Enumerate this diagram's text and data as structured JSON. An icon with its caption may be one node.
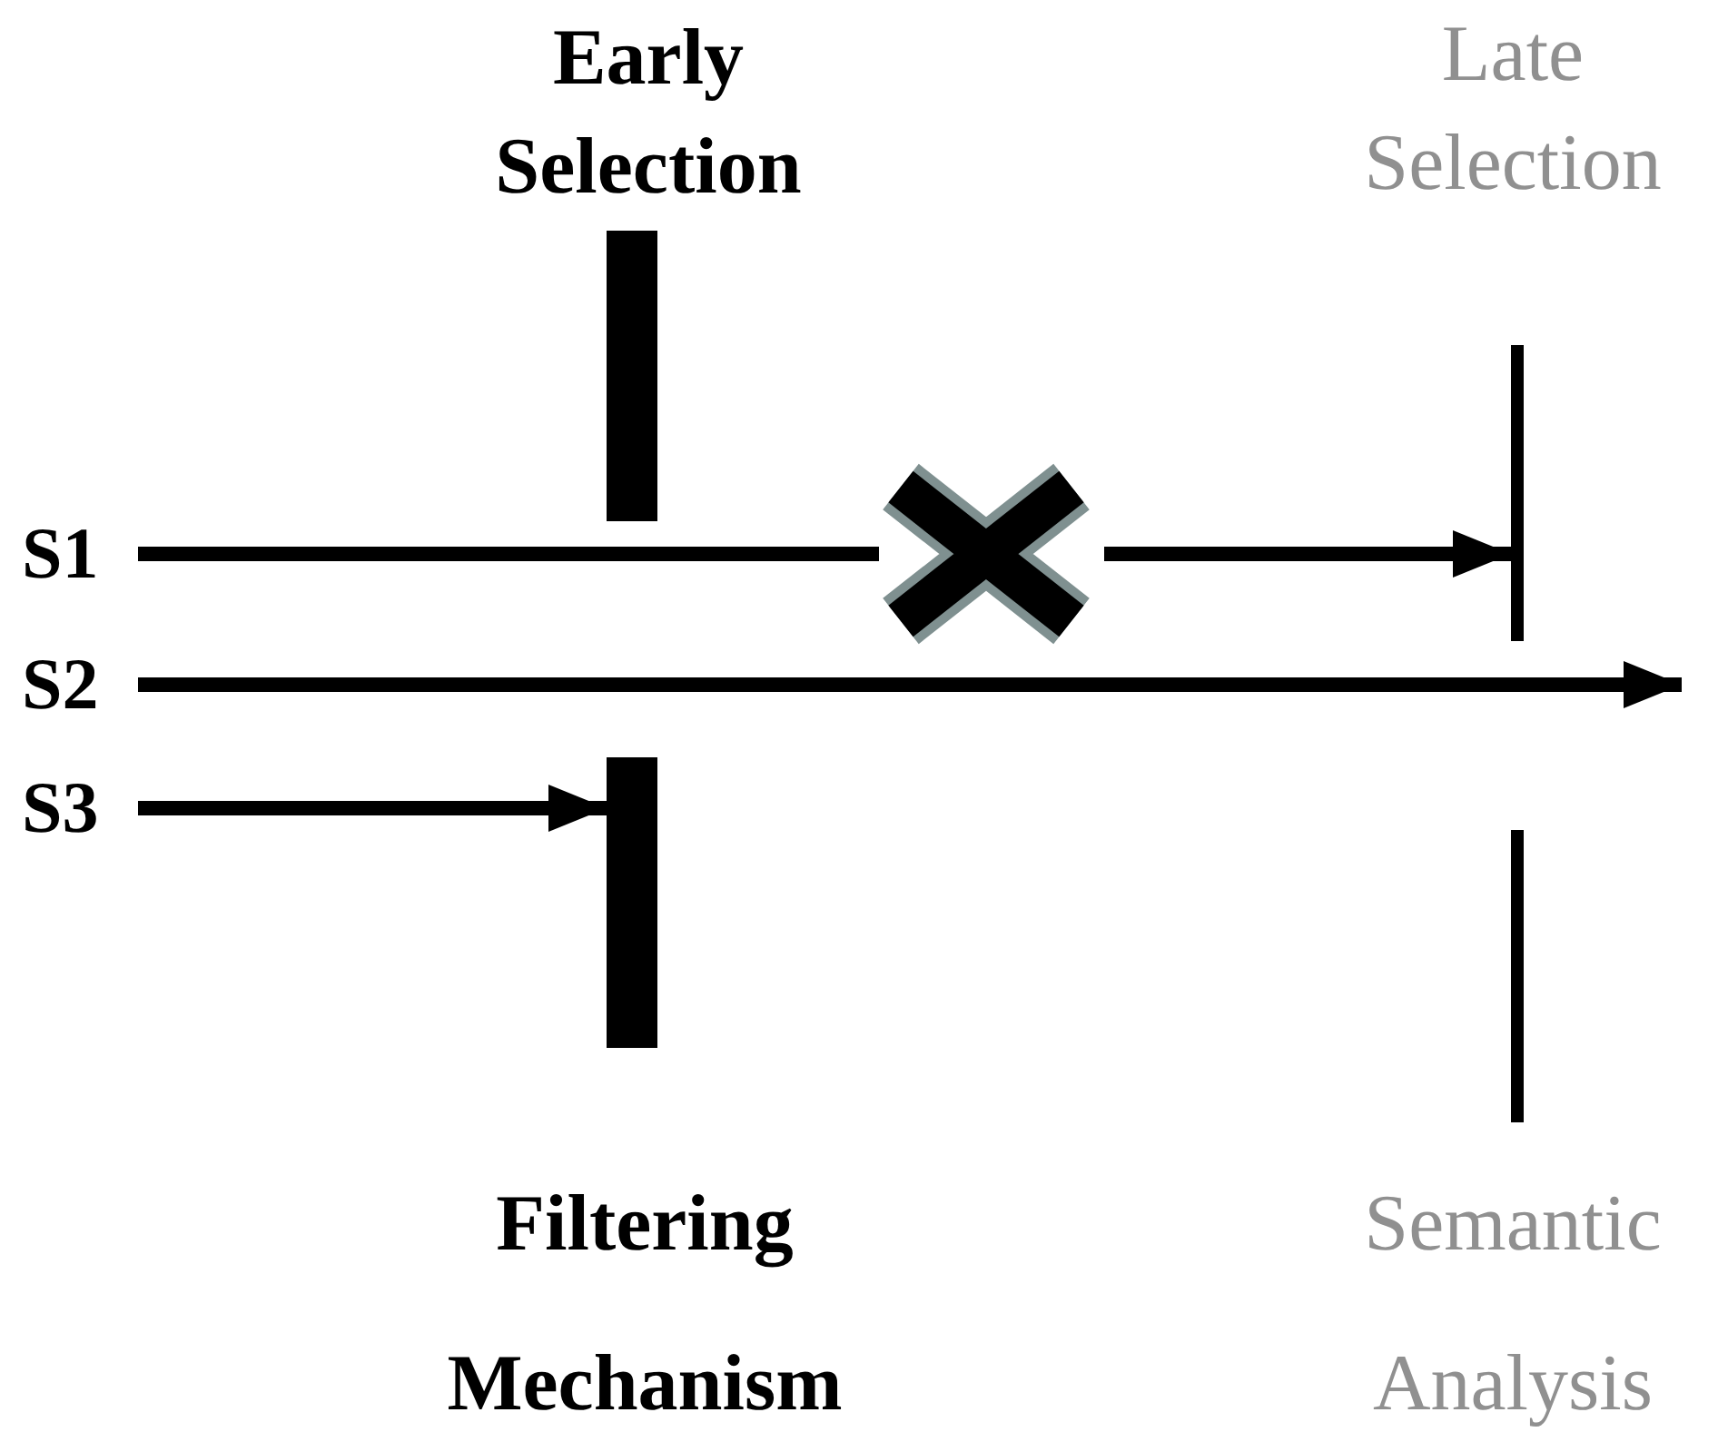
{
  "diagram": {
    "nodes": [
      {
        "text": [
          "S1"
        ]
      },
      {
        "text": [
          "S2"
        ]
      },
      {
        "text": [
          "S3"
        ]
      },
      {
        "text": [],
        "shape": "bar",
        "beside": [
          "Early Selection"
        ]
      },
      {
        "text": [],
        "shape": "bar",
        "beside": [
          "Filtering Mechanism"
        ]
      },
      {
        "text": [],
        "shape": "bar",
        "beside": [
          "Late Selection"
        ]
      },
      {
        "text": [],
        "shape": "bar",
        "beside": [
          "Semantic Analysis"
        ]
      },
      {
        "text": [],
        "shape": "cross"
      }
    ],
    "edges": [
      {
        "from": 0,
        "to": 7,
        "arrow": "none"
      },
      {
        "from": 7,
        "to": 5,
        "arrow": "to"
      },
      {
        "from": 1,
        "to": null,
        "arrow": "to"
      },
      {
        "from": 2,
        "to": 4,
        "arrow": "to"
      }
    ]
  }
}
